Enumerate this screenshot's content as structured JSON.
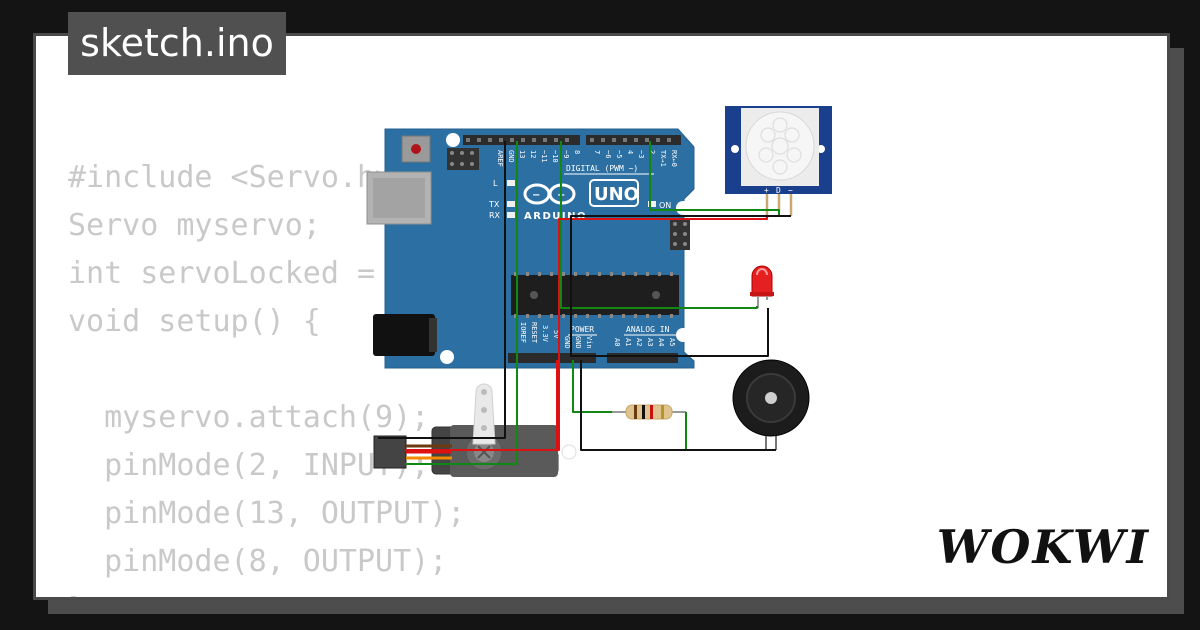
{
  "header": {
    "title": "sketch.ino"
  },
  "code": {
    "lines": [
      "#include <Servo.h>",
      "Servo myservo;",
      "int servoLocked = 0;",
      "void setup() {",
      "",
      "  myservo.attach(9);",
      "  pinMode(2, INPUT);",
      "  pinMode(13, OUTPUT);",
      "  pinMode(8, OUTPUT);",
      "}"
    ]
  },
  "board": {
    "brand": "ARDUINO",
    "model": "UNO",
    "digital_label": "DIGITAL (PWM ~)",
    "power_label": "POWER",
    "analog_label": "ANALOG IN",
    "on_label": "ON",
    "l_label": "L",
    "tx_label": "TX",
    "rx_label": "RX",
    "top_pins": [
      "AREF",
      "GND",
      "13",
      "12",
      "~11",
      "~10",
      "~9",
      "8",
      "7",
      "~6",
      "~5",
      "4",
      "~3",
      "2",
      "TX→1",
      "RX←0"
    ],
    "power_pins": [
      "IOREF",
      "RESET",
      "3.3V",
      "5V",
      "GND",
      "GND",
      "Vin"
    ],
    "analog_pins": [
      "A0",
      "A1",
      "A2",
      "A3",
      "A4",
      "A5"
    ]
  },
  "pir": {
    "pins": [
      "+",
      "D",
      "−"
    ]
  },
  "brand_logo": "WOKWI",
  "colors": {
    "background": "#141414",
    "card": "#ffffff",
    "board": "#2c6fa2",
    "wire_green": "#118811",
    "wire_red": "#dd1111",
    "wire_black": "#111111"
  }
}
